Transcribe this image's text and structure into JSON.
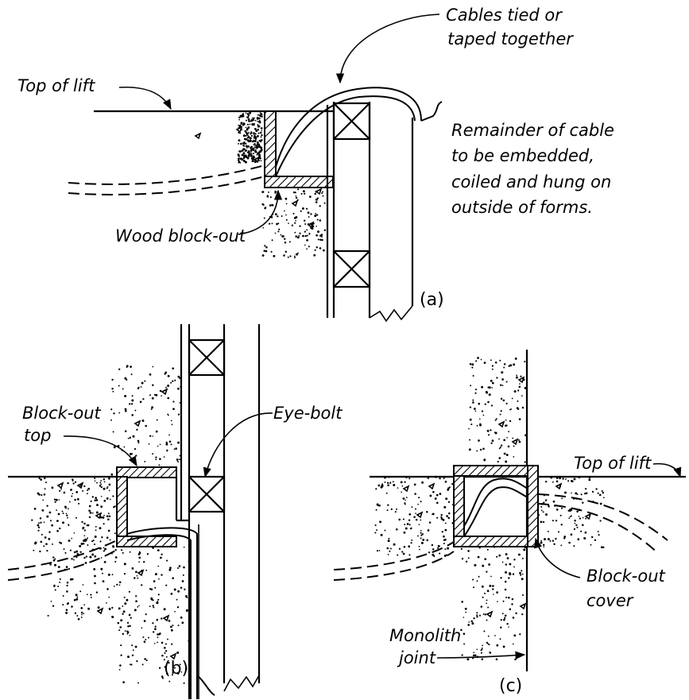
{
  "panel_a": {
    "label_cables": "Cables tied or",
    "label_cables_2": "taped together",
    "label_top_of_lift": "Top of lift",
    "label_remainder_1": "Remainder of cable",
    "label_remainder_2": "to be embedded,",
    "label_remainder_3": "coiled and hung on",
    "label_remainder_4": "outside of forms.",
    "label_wood_blockout": "Wood block-out",
    "panel_letter": "(a)"
  },
  "panel_b": {
    "label_blockout_top_1": "Block-out",
    "label_blockout_top_2": "top",
    "label_eye_bolt": "Eye-bolt",
    "panel_letter": "(b)"
  },
  "panel_c": {
    "label_top_of_lift": "Top of lift",
    "label_blockout_cover_1": "Block-out",
    "label_blockout_cover_2": "cover",
    "label_monolith_1": "Monolith",
    "label_monolith_2": "joint",
    "panel_letter": "(c)"
  }
}
